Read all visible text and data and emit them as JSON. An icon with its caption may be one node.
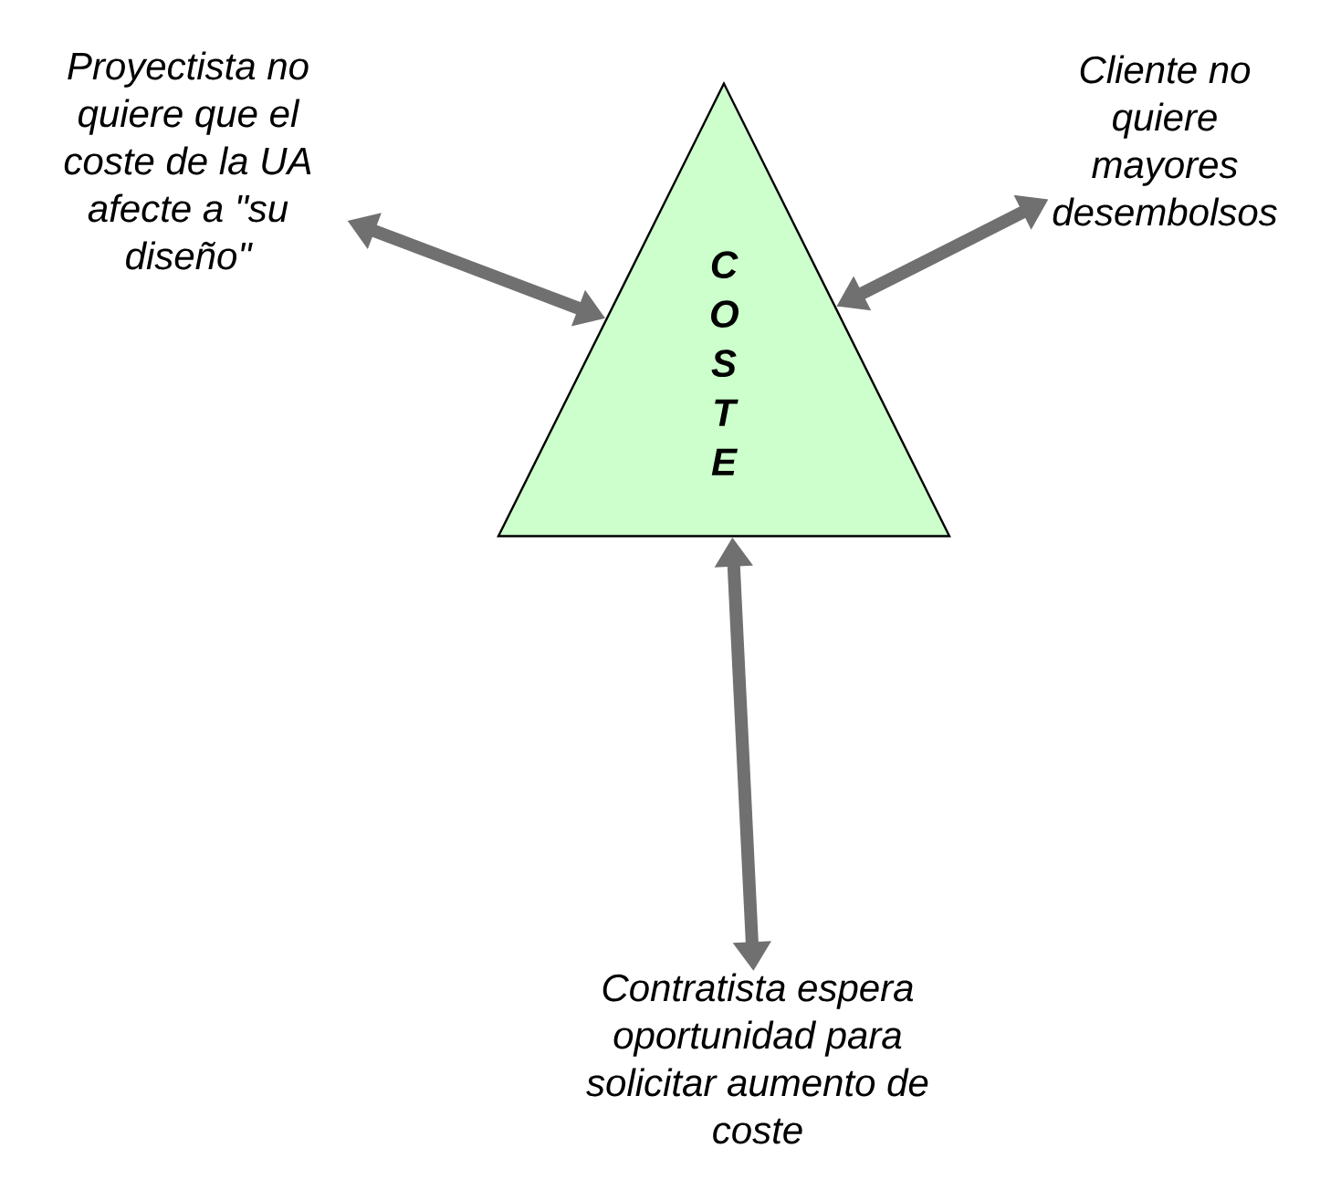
{
  "diagram": {
    "nodes": [
      {
        "text": [
          "C O S T E"
        ]
      },
      {
        "text": [
          "Proyectista no quiere que el coste de la UA afecte a \"su diseño\""
        ]
      },
      {
        "text": [
          "Cliente no quiere mayores desembolsos"
        ]
      },
      {
        "text": [
          "Contratista espera oportunidad para solicitar aumento de coste"
        ]
      }
    ],
    "edges": [
      {
        "from": 1,
        "to": 0,
        "arrow": "both"
      },
      {
        "from": 2,
        "to": 0,
        "arrow": "both"
      },
      {
        "from": 3,
        "to": 0,
        "arrow": "both"
      }
    ]
  }
}
